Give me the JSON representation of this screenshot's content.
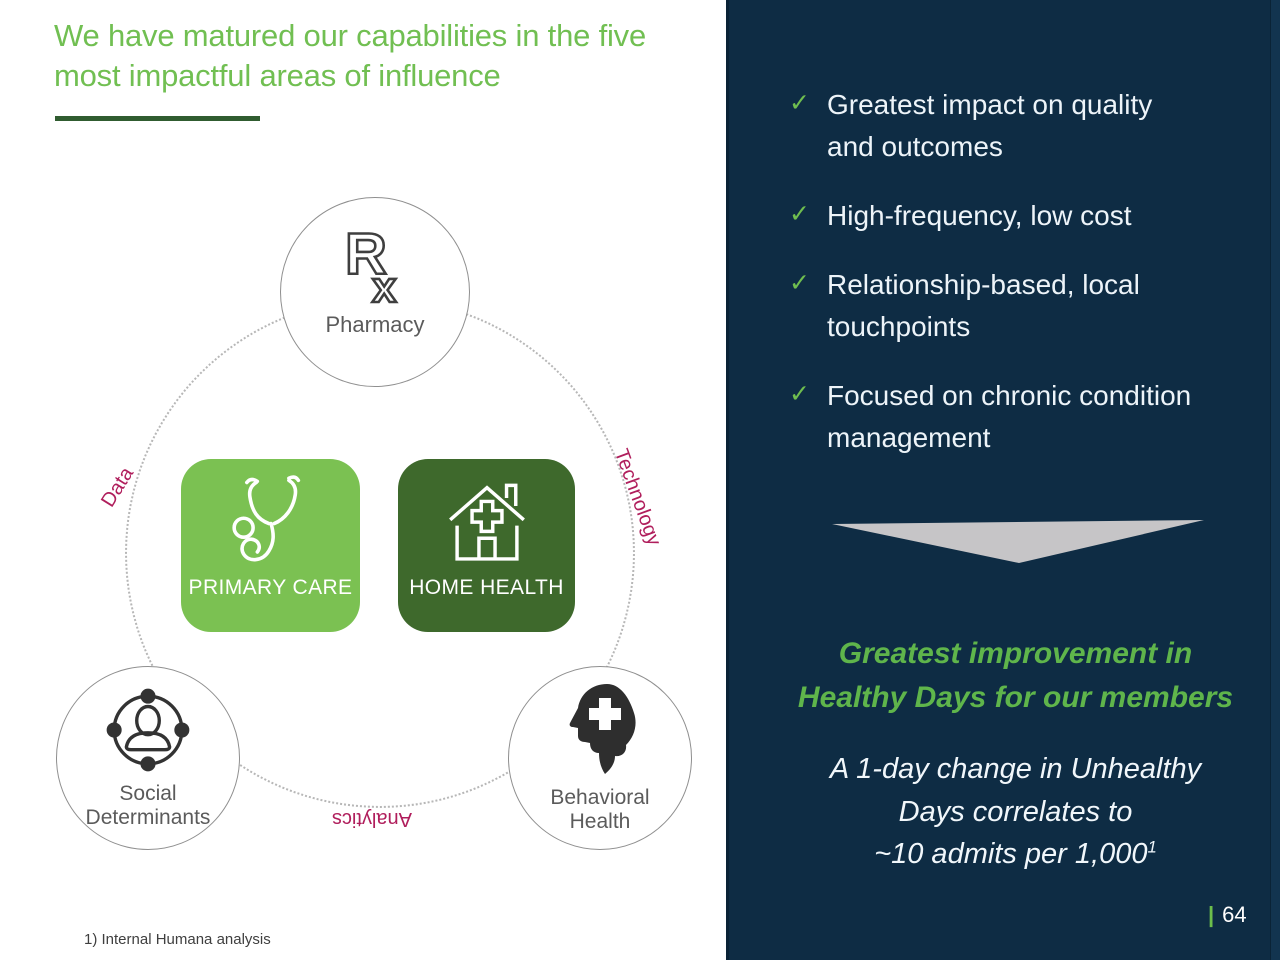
{
  "header": {
    "title": "We have matured our capabilities in the five most impactful areas of influence"
  },
  "diagram": {
    "nodes": {
      "pharmacy": {
        "label": "Pharmacy",
        "icon": "rx-icon"
      },
      "primary_care": {
        "label": "PRIMARY CARE",
        "icon": "stethoscope-icon"
      },
      "home_health": {
        "label": "HOME HEALTH",
        "icon": "house-cross-icon"
      },
      "social_determinants": {
        "label": "Social Determinants",
        "icon": "person-network-icon"
      },
      "behavioral_health": {
        "label": "Behavioral Health",
        "icon": "head-cross-icon"
      }
    },
    "ring_labels": {
      "left": "Data",
      "right": "Technology",
      "bottom": "Analytics"
    }
  },
  "panel": {
    "bullets": [
      "Greatest impact on quality and outcomes",
      "High-frequency, low cost",
      "Relationship-based, local touchpoints",
      "Focused on chronic condition management"
    ],
    "headline_lines": [
      "Greatest improvement in",
      "Healthy Days for our members"
    ],
    "stat_lines": [
      "A 1-day change in Unhealthy",
      "Days correlates to",
      "~10 admits per 1,000"
    ],
    "stat_superscript": "1"
  },
  "footer": {
    "footnote": "1) Internal Humana analysis",
    "page_separator": "|",
    "page_number": "64"
  },
  "icons": {
    "checkmark": "✓"
  },
  "colors": {
    "title_green": "#71BF52",
    "underline_green": "#305C30",
    "card_light_green": "#7BC152",
    "card_dark_green": "#3E692C",
    "panel_navy": "#0E2C44",
    "accent_magenta": "#B01E5C",
    "check_green": "#6FBE4F",
    "headline_green": "#5FB54B",
    "triangle_gray": "#C6C5C7"
  }
}
